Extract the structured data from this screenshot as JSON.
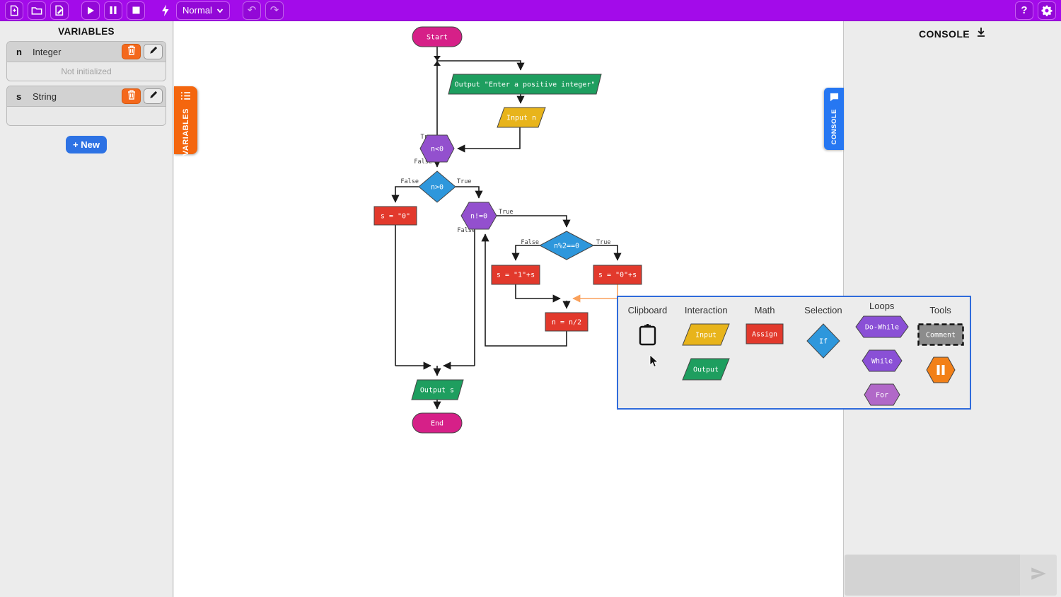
{
  "toolbar": {
    "mode": "Normal",
    "help": "?"
  },
  "sidebar": {
    "title": "VARIABLES",
    "tab": "VARIABLES",
    "new_button": "+ New",
    "variables": [
      {
        "name": "n",
        "type": "Integer",
        "value": "Not initialized"
      },
      {
        "name": "s",
        "type": "String",
        "value": ""
      }
    ]
  },
  "console": {
    "title": "CONSOLE",
    "tab": "CONSOLE"
  },
  "flowchart": {
    "nodes": {
      "start": "Start",
      "output_prompt": "Output \"Enter a positive integer\"",
      "input_n": "Input n",
      "do_while": "n<0",
      "if_positive": "n>0",
      "assign_s0": "s = \"0\"",
      "while_loop": "n!=0",
      "if_mod": "n%2==0",
      "assign_s1": "s = \"1\"+s",
      "assign_s0_prepend": "s = \"0\"+s",
      "assign_half": "n = n/2",
      "output_s": "Output s",
      "end": "End"
    },
    "labels": {
      "true": "True",
      "false": "False"
    }
  },
  "palette": {
    "sections": [
      "Clipboard",
      "Interaction",
      "Math",
      "Selection",
      "Loops",
      "Tools"
    ],
    "items": {
      "input": "Input",
      "output": "Output",
      "assign": "Assign",
      "if": "If",
      "do_while": "Do-While",
      "while": "While",
      "for": "For",
      "comment": "Comment"
    }
  }
}
